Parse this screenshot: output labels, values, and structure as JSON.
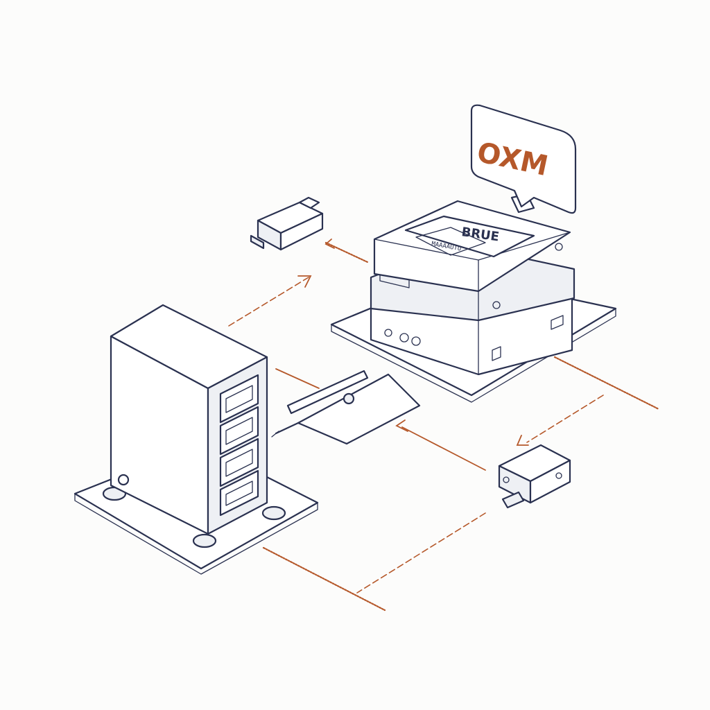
{
  "sign": {
    "label": "OXM"
  },
  "central_device": {
    "top_label": "BRUE",
    "sub_label": "MAAAAUTU"
  }
}
